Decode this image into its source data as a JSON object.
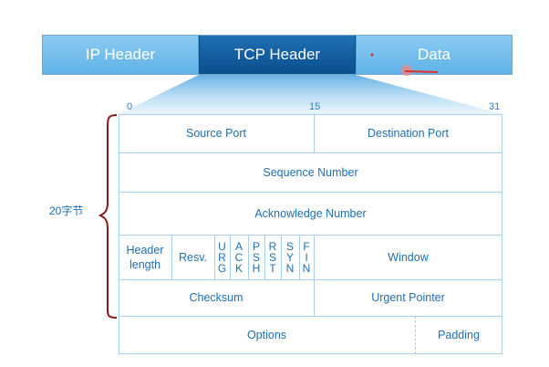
{
  "segments": {
    "ip": "IP Header",
    "tcp": "TCP Header",
    "data": "Data"
  },
  "bits": {
    "b0": "0",
    "b15": "15",
    "b31": "31"
  },
  "brace_label": "20字节",
  "fields": {
    "source_port": "Source Port",
    "destination_port": "Destination Port",
    "sequence_number": "Sequence Number",
    "acknowledge_number": "Acknowledge Number",
    "header_length_1": "Header",
    "header_length_2": "length",
    "resv": "Resv.",
    "urg": [
      "U",
      "R",
      "G"
    ],
    "ack": [
      "A",
      "C",
      "K"
    ],
    "psh": [
      "P",
      "S",
      "H"
    ],
    "rst": [
      "R",
      "S",
      "T"
    ],
    "syn": [
      "S",
      "Y",
      "N"
    ],
    "fin": [
      "F",
      "I",
      "N"
    ],
    "window": "Window",
    "checksum": "Checksum",
    "urgent_pointer": "Urgent Pointer",
    "options": "Options",
    "padding": "Padding"
  },
  "colors": {
    "dark_blue": "#0a4f8e",
    "light_blue": "#5fb2e8",
    "text_blue": "#1f6fb2",
    "brace": "#8b1a1a",
    "mark": "#e0302a"
  }
}
